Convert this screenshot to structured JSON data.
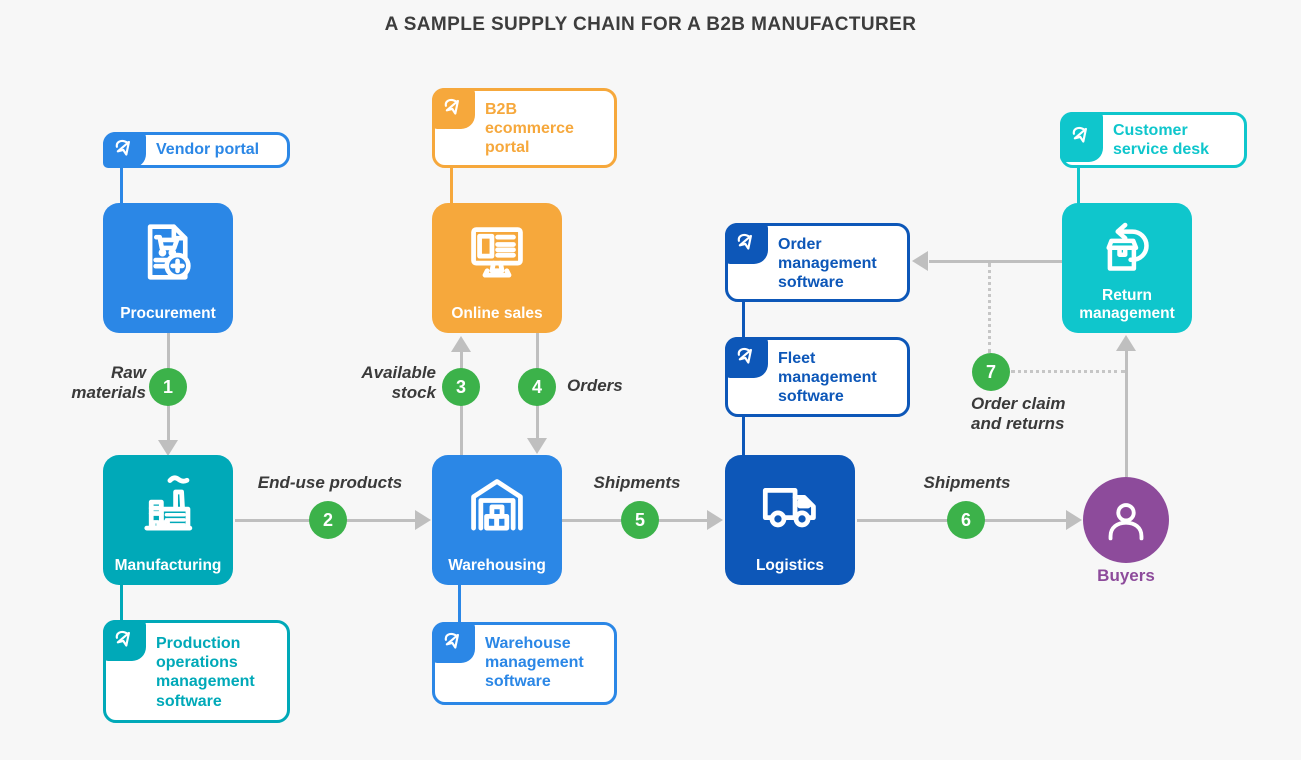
{
  "title": "A SAMPLE SUPPLY CHAIN FOR A B2B MANUFACTURER",
  "colors": {
    "blue": "#2b87e6",
    "dark_blue": "#0d57b8",
    "teal": "#00a9b8",
    "cyan": "#0fc6cc",
    "orange": "#f6a83c",
    "green": "#3cb24a",
    "purple": "#8d4b9b",
    "arrow_gray": "#bfbfbf",
    "background": "#f7f7f7",
    "title_text": "#3d3d3d"
  },
  "nodes": {
    "procurement": {
      "label": "Procurement"
    },
    "online_sales": {
      "label": "Online sales"
    },
    "manufacturing": {
      "label": "Manufacturing"
    },
    "warehousing": {
      "label": "Warehousing"
    },
    "logistics": {
      "label": "Logistics"
    },
    "return_management": {
      "label": "Return management"
    },
    "buyers": {
      "label": "Buyers"
    }
  },
  "callouts": {
    "vendor_portal": {
      "label": "Vendor portal"
    },
    "b2b_ecommerce_portal": {
      "label": "B2B ecommerce portal"
    },
    "order_management_software": {
      "label": "Order management software"
    },
    "fleet_management_software": {
      "label": "Fleet management software"
    },
    "customer_service_desk": {
      "label": "Customer service desk"
    },
    "production_operations_management_software": {
      "label": "Production operations management software"
    },
    "warehouse_management_software": {
      "label": "Warehouse management software"
    }
  },
  "flows": {
    "f1": {
      "number": "1",
      "label": "Raw materials"
    },
    "f2": {
      "number": "2",
      "label": "End-use products"
    },
    "f3": {
      "number": "3",
      "label": "Available stock"
    },
    "f4": {
      "number": "4",
      "label": "Orders"
    },
    "f5": {
      "number": "5",
      "label": "Shipments"
    },
    "f6": {
      "number": "6",
      "label": "Shipments"
    },
    "f7": {
      "number": "7",
      "label": "Order claim and returns"
    }
  }
}
